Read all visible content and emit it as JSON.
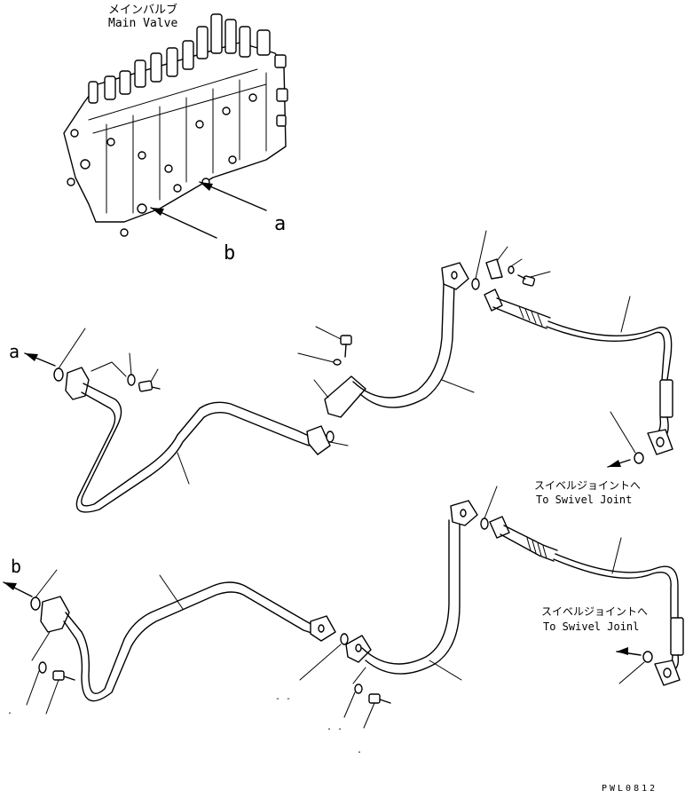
{
  "labels": {
    "main_valve_jp": "メインバルブ",
    "main_valve_en": "Main Valve",
    "letter_a": "a",
    "letter_b": "b",
    "swivel_jp": "スイベルジョイントへ",
    "swivel_en": "To Swivel Joint",
    "swivel2_en": "To Swivel Joinl",
    "drawing_code": "PWL0812"
  },
  "icons": [
    "arrow-icon",
    "o-ring-icon",
    "bolt-icon",
    "flange-icon",
    "washer-icon"
  ]
}
